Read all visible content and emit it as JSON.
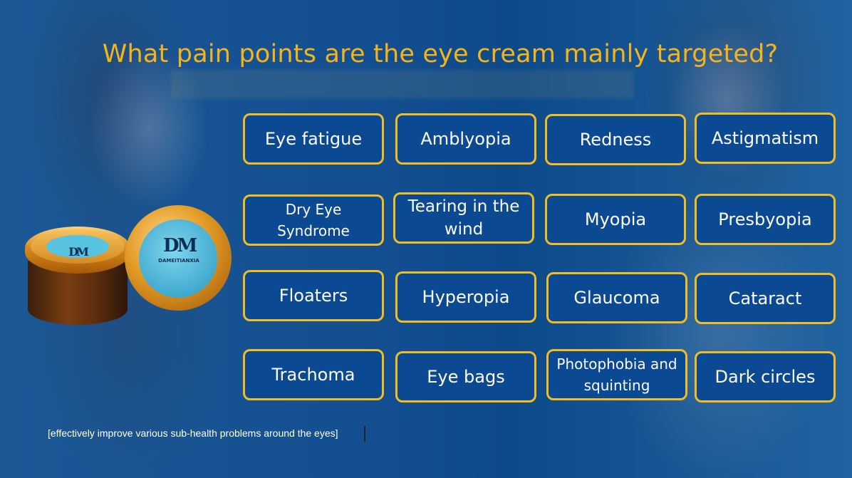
{
  "title": "What pain points are the eye cream mainly targeted?",
  "tags": [
    "Eye fatigue",
    "Amblyopia",
    "Redness",
    "Astigmatism",
    "Dry Eye Syndrome",
    "Tearing in the wind",
    "Myopia",
    "Presbyopia",
    "Floaters",
    "Hyperopia",
    "Glaucoma",
    "Cataract",
    "Trachoma",
    "Eye bags",
    "Photophobia and squinting",
    "Dark circles"
  ],
  "product": {
    "brand_mark": "DM",
    "brand_name": "DAMEITIANXIA"
  },
  "footnote": "[effectively improve various sub-health problems around the eyes]",
  "colors": {
    "background": "#0d4a8a",
    "accent": "#f4b41a",
    "tag_border": "#f2bd20",
    "tag_fill": "#0b4a93"
  }
}
